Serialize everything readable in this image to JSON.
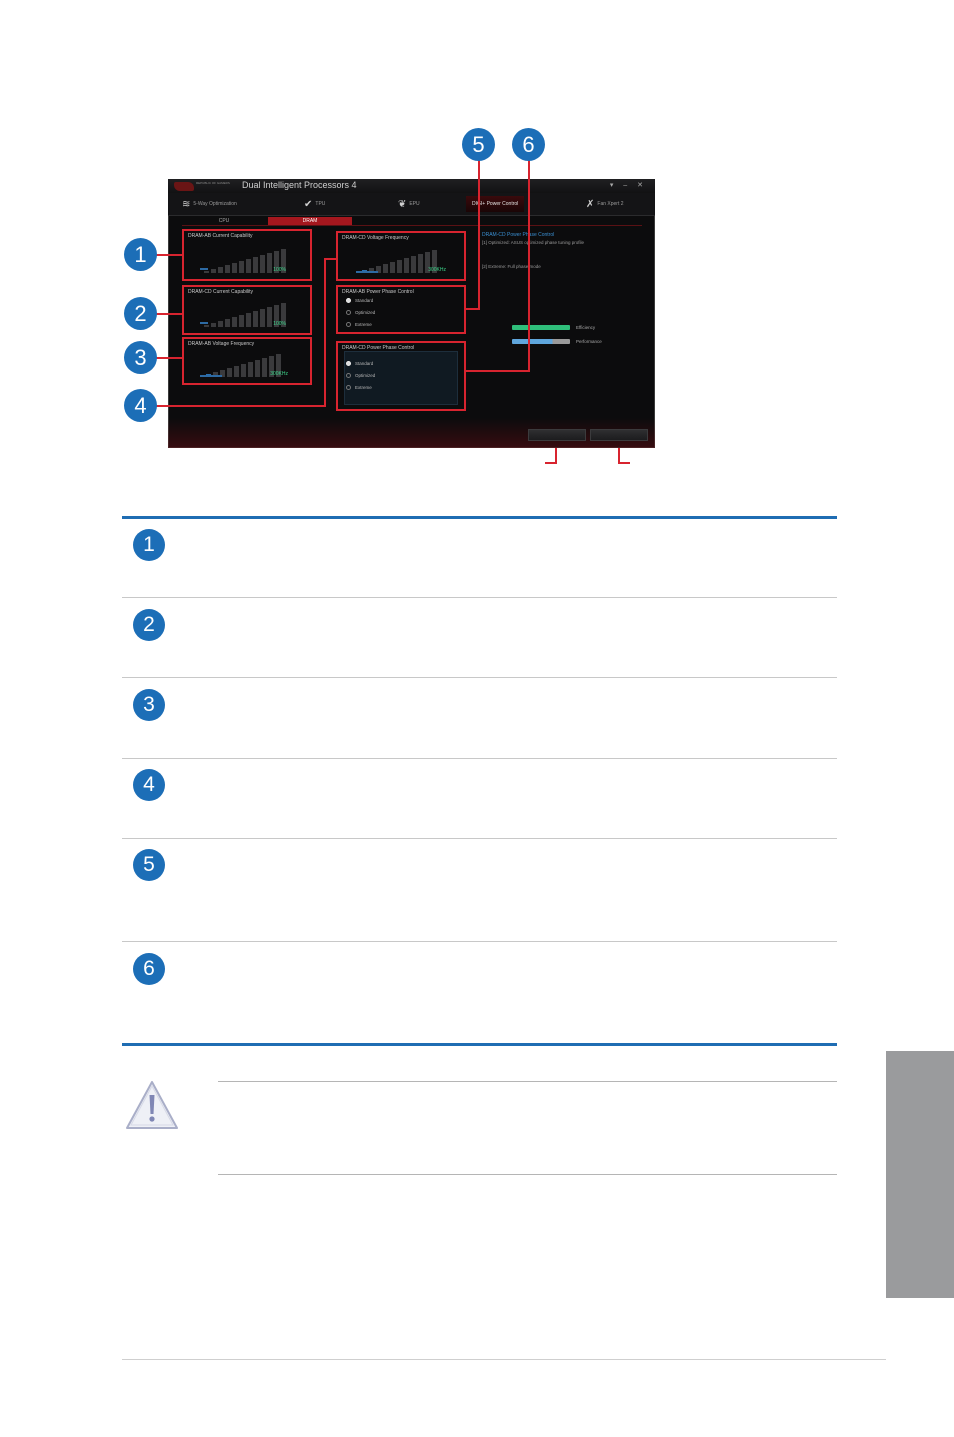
{
  "app": {
    "title": "Dual Intelligent Processors 4",
    "logo_text": "REPUBLIC OF GAMERS",
    "window_controls": "▾ – ✕",
    "toolbar": [
      {
        "label": "5-Way Optimization",
        "icon": "speedometer-icon"
      },
      {
        "label": "TPU",
        "icon": "check-icon"
      },
      {
        "label": "EPU",
        "icon": "leaf-icon"
      },
      {
        "label": "DIGI+ Power Control",
        "icon": "power-icon"
      },
      {
        "label": "Fan Xpert 2",
        "icon": "fan-icon"
      }
    ],
    "subtabs": [
      "CPU",
      "DRAM"
    ],
    "panels": {
      "ab_current": {
        "title": "DRAM-AB Current Capability",
        "value": "100%"
      },
      "cd_current": {
        "title": "DRAM-CD Current Capability",
        "value": "100%"
      },
      "ab_freq": {
        "title": "DRAM-AB Voltage Frequency",
        "value": "300KHz"
      },
      "cd_freq": {
        "title": "DRAM-CD Voltage Frequency",
        "value": "300KHz"
      },
      "ab_phase": {
        "title": "DRAM-AB Power Phase Control",
        "options": [
          "Standard",
          "Optimized",
          "Extreme"
        ],
        "selected": 0
      },
      "cd_phase": {
        "title": "DRAM-CD Power Phase Control",
        "options": [
          "Standard",
          "Optimized",
          "Extreme"
        ],
        "selected": 0
      }
    },
    "description": {
      "title": "DRAM-CD Power Phase Control",
      "lines": [
        "[1] Optimized: ASUS optimized phase tuning profile",
        "[2] Extreme: Full phase mode"
      ]
    },
    "legend": [
      {
        "label": "Efficiency",
        "color": "#2fbf7a"
      },
      {
        "label": "Performance",
        "color": "#5fa6dc"
      }
    ]
  },
  "callouts": [
    "1",
    "2",
    "3",
    "4",
    "5",
    "6"
  ],
  "table_rows": [
    "1",
    "2",
    "3",
    "4",
    "5",
    "6"
  ],
  "accent": "#1f6db3",
  "callout_color": "#1c6eb7",
  "marker_color": "#d8242f",
  "sidetab_color": "#9a9b9d"
}
